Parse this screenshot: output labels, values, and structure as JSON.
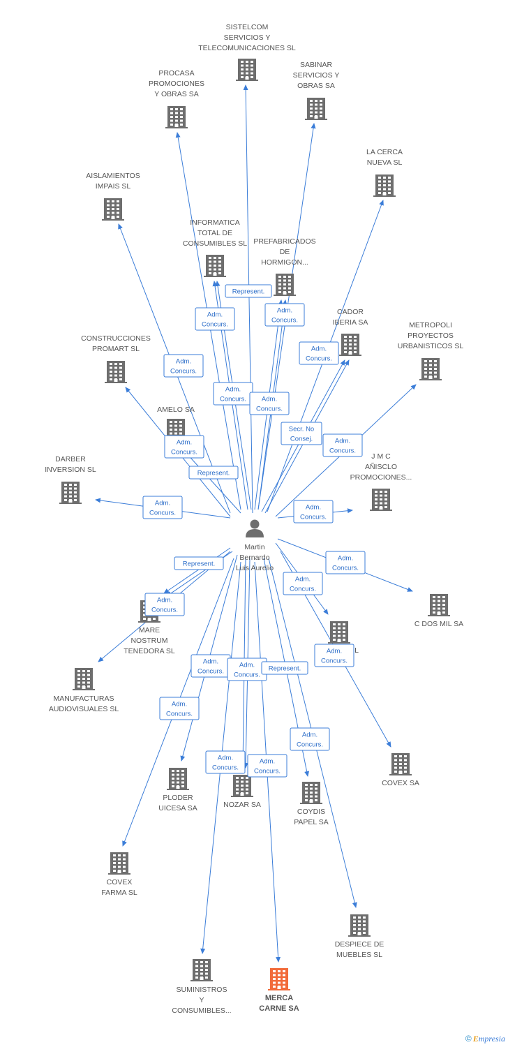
{
  "center": {
    "name_lines": [
      "Martin",
      "Bernardo",
      "Luis Aurelio"
    ]
  },
  "companies": [
    {
      "id": "sistelcom",
      "lines": [
        "SISTELCOM",
        "SERVICIOS Y",
        "TELECOMUNICACIONES SL"
      ],
      "color": "#6e6e6e"
    },
    {
      "id": "procasa",
      "lines": [
        "PROCASA",
        "PROMOCIONES",
        "Y OBRAS SA"
      ],
      "color": "#6e6e6e"
    },
    {
      "id": "sabinar",
      "lines": [
        "SABINAR",
        "SERVICIOS Y",
        "OBRAS SA"
      ],
      "color": "#6e6e6e"
    },
    {
      "id": "la-cerca",
      "lines": [
        "LA CERCA",
        "NUEVA SL"
      ],
      "color": "#6e6e6e"
    },
    {
      "id": "aislamientos",
      "lines": [
        "AISLAMIENTOS",
        "IMPAIS SL"
      ],
      "color": "#6e6e6e"
    },
    {
      "id": "informatica",
      "lines": [
        "INFORMATICA",
        "TOTAL DE",
        "CONSUMIBLES SL"
      ],
      "color": "#6e6e6e"
    },
    {
      "id": "prefabricados",
      "lines": [
        "PREFABRICADOS",
        "DE",
        "HORMIGON..."
      ],
      "color": "#6e6e6e"
    },
    {
      "id": "cador",
      "lines": [
        "CADOR",
        "IBERIA SA"
      ],
      "color": "#6e6e6e"
    },
    {
      "id": "metropoli",
      "lines": [
        "METROPOLI",
        "PROYECTOS",
        "URBANISTICOS SL"
      ],
      "color": "#6e6e6e"
    },
    {
      "id": "construcciones",
      "lines": [
        "CONSTRUCCIONES",
        "PROMART SL"
      ],
      "color": "#6e6e6e"
    },
    {
      "id": "amelo",
      "lines": [
        "AMELO SA"
      ],
      "color": "#6e6e6e"
    },
    {
      "id": "darber",
      "lines": [
        "DARBER",
        "INVERSION SL"
      ],
      "color": "#6e6e6e"
    },
    {
      "id": "jmc",
      "lines": [
        "J M C",
        "AÑISCLO",
        "PROMOCIONES..."
      ],
      "color": "#6e6e6e"
    },
    {
      "id": "cdos",
      "lines": [
        "C DOS MIL SA"
      ],
      "color": "#6e6e6e"
    },
    {
      "id": "mare",
      "lines": [
        "MARE",
        "NOSTRUM",
        "TENEDORA SL"
      ],
      "color": "#6e6e6e"
    },
    {
      "id": "pue",
      "lines": [
        "PUE         NO SL"
      ],
      "color": "#6e6e6e"
    },
    {
      "id": "manufacturas",
      "lines": [
        "MANUFACTURAS",
        "AUDIOVISUALES SL"
      ],
      "color": "#6e6e6e"
    },
    {
      "id": "covex",
      "lines": [
        "COVEX SA"
      ],
      "color": "#6e6e6e"
    },
    {
      "id": "ploder",
      "lines": [
        "PLODER",
        "UICESA SA"
      ],
      "color": "#6e6e6e"
    },
    {
      "id": "nozar",
      "lines": [
        "NOZAR SA"
      ],
      "color": "#6e6e6e"
    },
    {
      "id": "coydis",
      "lines": [
        "COYDIS",
        "PAPEL SA"
      ],
      "color": "#6e6e6e"
    },
    {
      "id": "covex-farma",
      "lines": [
        "COVEX",
        "FARMA SL"
      ],
      "color": "#6e6e6e"
    },
    {
      "id": "despiece",
      "lines": [
        "DESPIECE DE",
        "MUEBLES SL"
      ],
      "color": "#6e6e6e"
    },
    {
      "id": "suministros",
      "lines": [
        "SUMINISTROS",
        "Y",
        "CONSUMIBLES..."
      ],
      "color": "#6e6e6e"
    },
    {
      "id": "merca-carne",
      "lines": [
        "MERCA",
        "CARNE SA"
      ],
      "color": "#f26b3a",
      "highlight": true
    }
  ],
  "roles": [
    {
      "id": "r-represent-1",
      "lines": [
        "Represent."
      ]
    },
    {
      "id": "r-adm-informatica",
      "lines": [
        "Adm.",
        "Concurs."
      ]
    },
    {
      "id": "r-adm-prefab",
      "lines": [
        "Adm.",
        "Concurs."
      ]
    },
    {
      "id": "r-adm-cador",
      "lines": [
        "Adm.",
        "Concurs."
      ]
    },
    {
      "id": "r-adm-construcciones",
      "lines": [
        "Adm.",
        "Concurs."
      ]
    },
    {
      "id": "r-adm-procasa",
      "lines": [
        "Adm.",
        "Concurs."
      ]
    },
    {
      "id": "r-adm-sabinar",
      "lines": [
        "Adm.",
        "Concurs."
      ]
    },
    {
      "id": "r-secr",
      "lines": [
        "Secr.  No",
        "Consej."
      ]
    },
    {
      "id": "r-adm-metropoli",
      "lines": [
        "Adm.",
        "Concurs."
      ]
    },
    {
      "id": "r-adm-amelo",
      "lines": [
        "Adm.",
        "Concurs."
      ]
    },
    {
      "id": "r-represent-amelo",
      "lines": [
        "Represent."
      ]
    },
    {
      "id": "r-adm-darber",
      "lines": [
        "Adm.",
        "Concurs."
      ]
    },
    {
      "id": "r-adm-jmc",
      "lines": [
        "Adm.",
        "Concurs."
      ]
    },
    {
      "id": "r-represent-mare",
      "lines": [
        "Represent."
      ]
    },
    {
      "id": "r-adm-cdos",
      "lines": [
        "Adm.",
        "Concurs."
      ]
    },
    {
      "id": "r-adm-pue",
      "lines": [
        "Adm.",
        "Concurs."
      ]
    },
    {
      "id": "r-adm-mare",
      "lines": [
        "Adm.",
        "Concurs."
      ]
    },
    {
      "id": "r-adm-covex",
      "lines": [
        "Adm.",
        "Concurs."
      ]
    },
    {
      "id": "r-adm-ploder",
      "lines": [
        "Adm.",
        "Concurs."
      ]
    },
    {
      "id": "r-adm-nozar",
      "lines": [
        "Adm.",
        "Concurs."
      ]
    },
    {
      "id": "r-represent-low",
      "lines": [
        "Represent."
      ]
    },
    {
      "id": "r-adm-covexfarma",
      "lines": [
        "Adm.",
        "Concurs."
      ]
    },
    {
      "id": "r-adm-coydis",
      "lines": [
        "Adm.",
        "Concurs."
      ]
    },
    {
      "id": "r-adm-suministros",
      "lines": [
        "Adm.",
        "Concurs."
      ]
    },
    {
      "id": "r-adm-merca",
      "lines": [
        "Adm.",
        "Concurs."
      ]
    }
  ],
  "footer": {
    "copyright": "©",
    "brand_initial": "E",
    "brand_rest": "mpresia"
  },
  "colors": {
    "edge": "#3b7dd8",
    "building": "#6e6e6e",
    "highlight": "#f26b3a",
    "person": "#6e6e6e"
  }
}
